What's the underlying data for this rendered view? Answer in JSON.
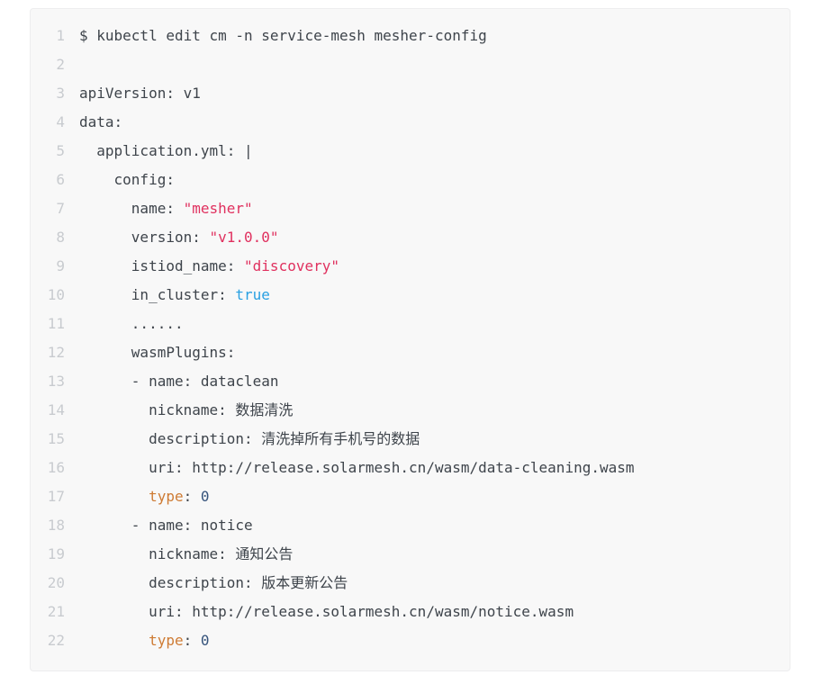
{
  "page": {
    "background": "#ffffff"
  },
  "code_block": {
    "background": "#f8f8f8",
    "border_color": "#ededee",
    "colors": {
      "default": "#3e444b",
      "line_number": "#c8cbcf",
      "string": "#e0315f",
      "literal": "#29a0e2",
      "keyword": "#ce7b34",
      "number": "#36547c"
    },
    "lines": [
      {
        "n": "1",
        "segments": [
          {
            "t": "$ kubectl edit cm -n service-mesh mesher-config",
            "k": "default"
          }
        ]
      },
      {
        "n": "2",
        "segments": []
      },
      {
        "n": "3",
        "segments": [
          {
            "t": "apiVersion: v1",
            "k": "default"
          }
        ]
      },
      {
        "n": "4",
        "segments": [
          {
            "t": "data:",
            "k": "default"
          }
        ]
      },
      {
        "n": "5",
        "segments": [
          {
            "t": "  application.yml: |",
            "k": "default"
          }
        ]
      },
      {
        "n": "6",
        "segments": [
          {
            "t": "    config:",
            "k": "default"
          }
        ]
      },
      {
        "n": "7",
        "segments": [
          {
            "t": "      name: ",
            "k": "default"
          },
          {
            "t": "\"mesher\"",
            "k": "string"
          }
        ]
      },
      {
        "n": "8",
        "segments": [
          {
            "t": "      version: ",
            "k": "default"
          },
          {
            "t": "\"v1.0.0\"",
            "k": "string"
          }
        ]
      },
      {
        "n": "9",
        "segments": [
          {
            "t": "      istiod_name: ",
            "k": "default"
          },
          {
            "t": "\"discovery\"",
            "k": "string"
          }
        ]
      },
      {
        "n": "10",
        "segments": [
          {
            "t": "      in_cluster: ",
            "k": "default"
          },
          {
            "t": "true",
            "k": "literal"
          }
        ]
      },
      {
        "n": "11",
        "segments": [
          {
            "t": "      ......",
            "k": "default"
          }
        ]
      },
      {
        "n": "12",
        "segments": [
          {
            "t": "      wasmPlugins:",
            "k": "default"
          }
        ]
      },
      {
        "n": "13",
        "segments": [
          {
            "t": "      - name: dataclean",
            "k": "default"
          }
        ]
      },
      {
        "n": "14",
        "segments": [
          {
            "t": "        nickname: 数据清洗",
            "k": "default"
          }
        ]
      },
      {
        "n": "15",
        "segments": [
          {
            "t": "        description: 清洗掉所有手机号的数据",
            "k": "default"
          }
        ]
      },
      {
        "n": "16",
        "segments": [
          {
            "t": "        uri: http://release.solarmesh.cn/wasm/data-cleaning.wasm",
            "k": "default"
          }
        ]
      },
      {
        "n": "17",
        "segments": [
          {
            "t": "        ",
            "k": "default"
          },
          {
            "t": "type",
            "k": "keyword"
          },
          {
            "t": ": ",
            "k": "default"
          },
          {
            "t": "0",
            "k": "number"
          }
        ]
      },
      {
        "n": "18",
        "segments": [
          {
            "t": "      - name: notice",
            "k": "default"
          }
        ]
      },
      {
        "n": "19",
        "segments": [
          {
            "t": "        nickname: 通知公告",
            "k": "default"
          }
        ]
      },
      {
        "n": "20",
        "segments": [
          {
            "t": "        description: 版本更新公告",
            "k": "default"
          }
        ]
      },
      {
        "n": "21",
        "segments": [
          {
            "t": "        uri: http://release.solarmesh.cn/wasm/notice.wasm",
            "k": "default"
          }
        ]
      },
      {
        "n": "22",
        "segments": [
          {
            "t": "        ",
            "k": "default"
          },
          {
            "t": "type",
            "k": "keyword"
          },
          {
            "t": ": ",
            "k": "default"
          },
          {
            "t": "0",
            "k": "number"
          }
        ]
      }
    ]
  }
}
